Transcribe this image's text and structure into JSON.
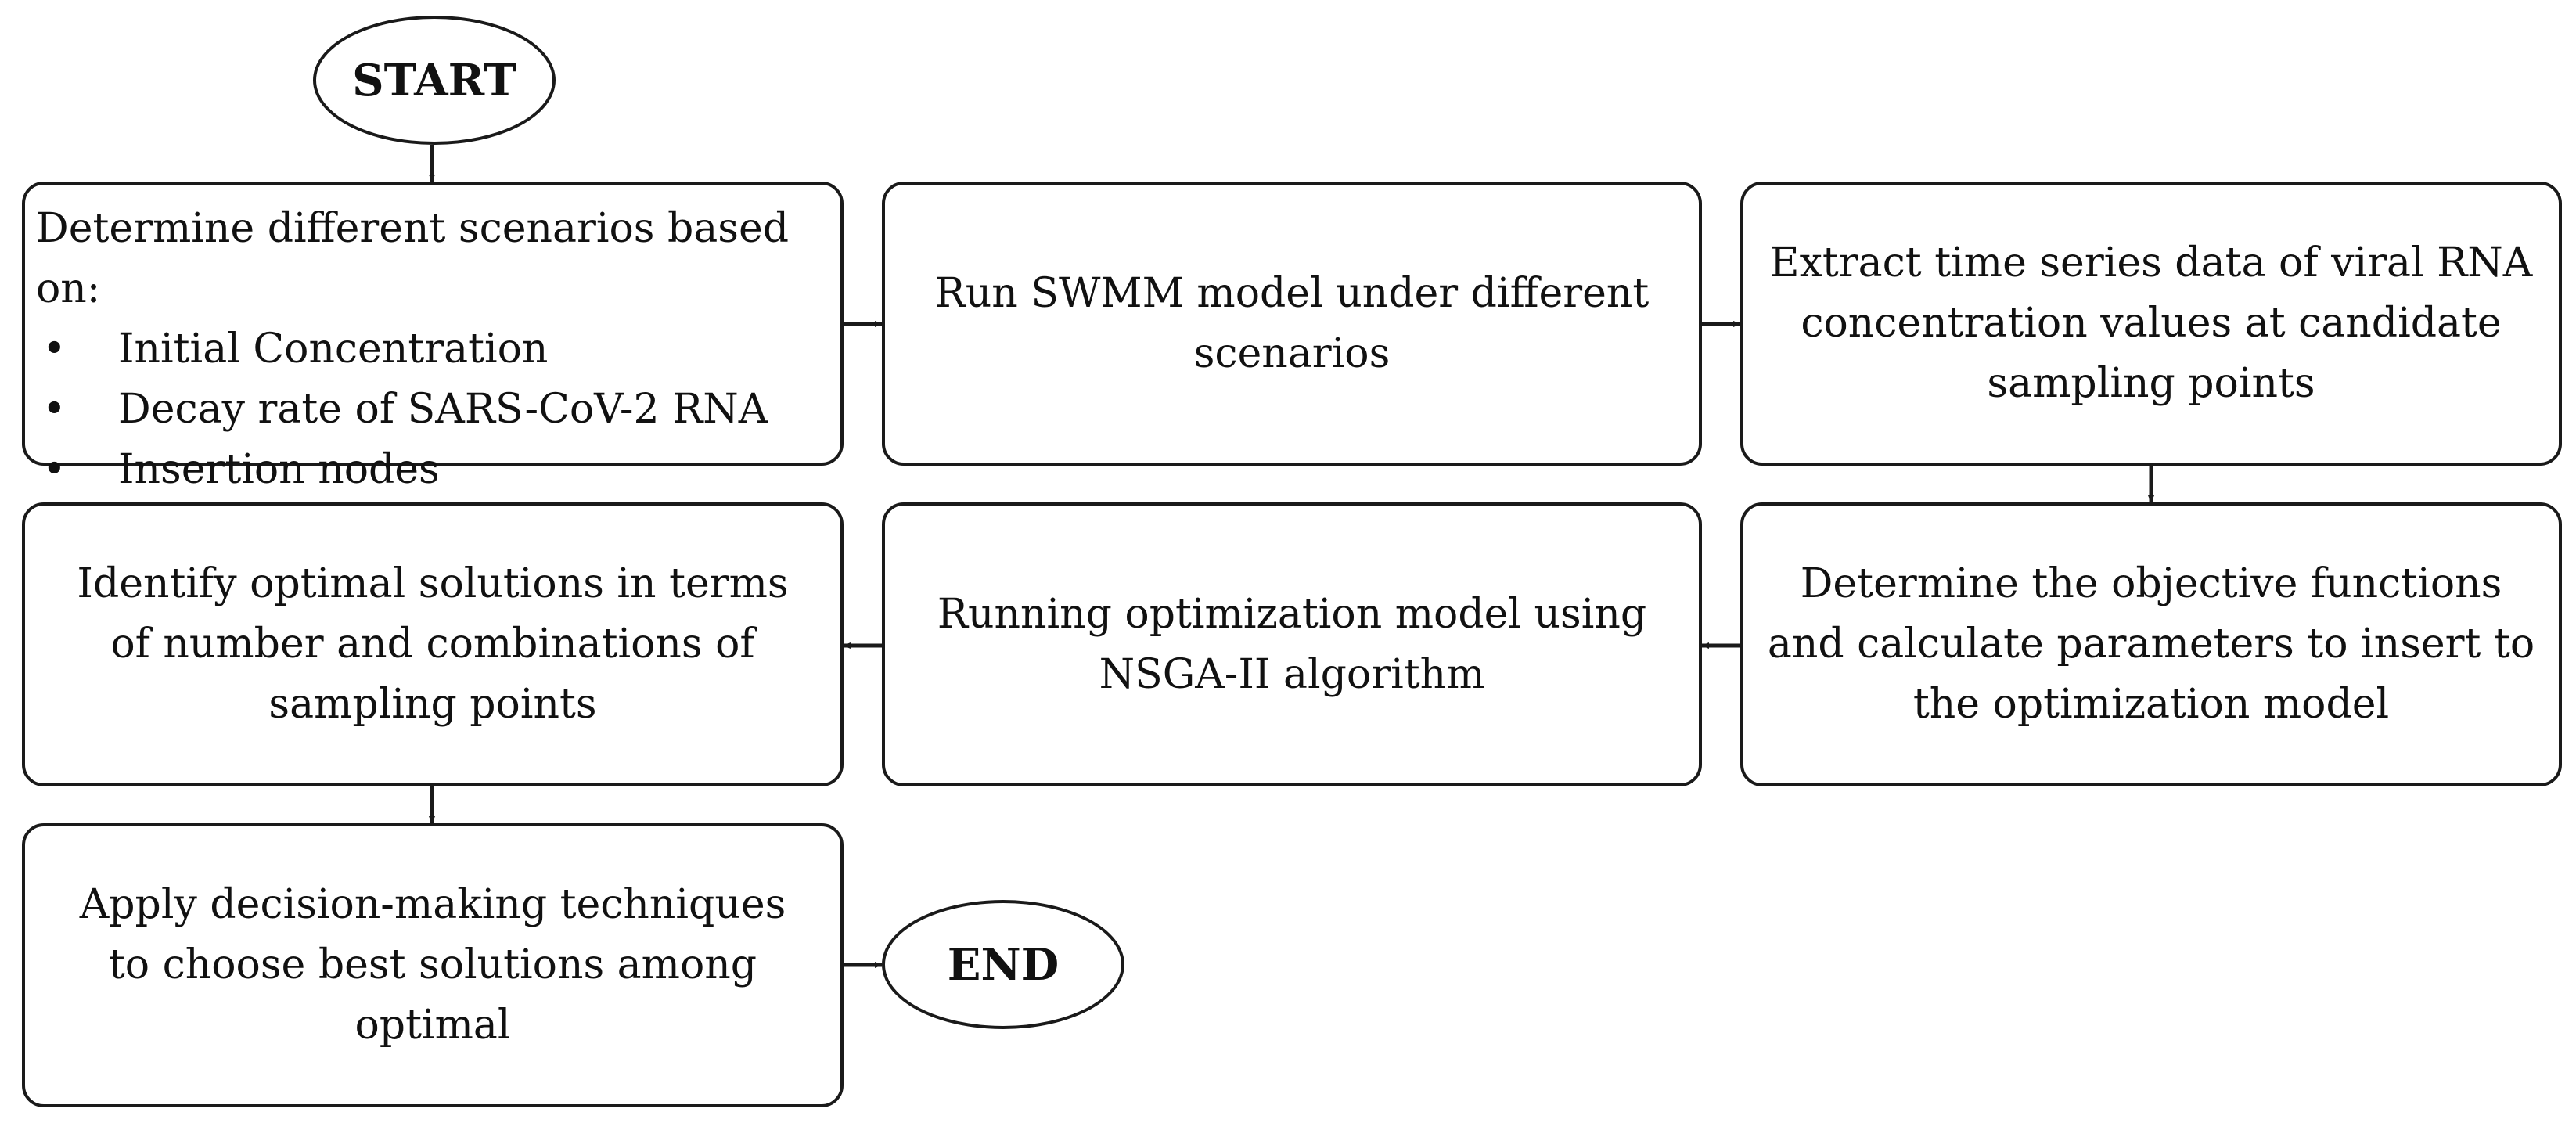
{
  "start": {
    "label": "START"
  },
  "end": {
    "label": "END"
  },
  "steps": {
    "scenarios": {
      "heading": "Determine different scenarios based on:",
      "items": [
        "Initial Concentration",
        "Decay rate of SARS-CoV-2 RNA",
        "Insertion nodes"
      ]
    },
    "swmm": {
      "text": "Run SWMM model under different scenarios"
    },
    "extract": {
      "text": "Extract time series data of viral RNA concentration values at candidate sampling points"
    },
    "objective": {
      "text": "Determine the objective functions and calculate parameters to insert to the optimization model"
    },
    "nsga": {
      "text": "Running optimization model using NSGA-II algorithm"
    },
    "identify": {
      "text": "Identify optimal solutions in terms of number and combinations of sampling points"
    },
    "decision": {
      "text": "Apply decision-making techniques to choose best solutions among optimal"
    }
  }
}
